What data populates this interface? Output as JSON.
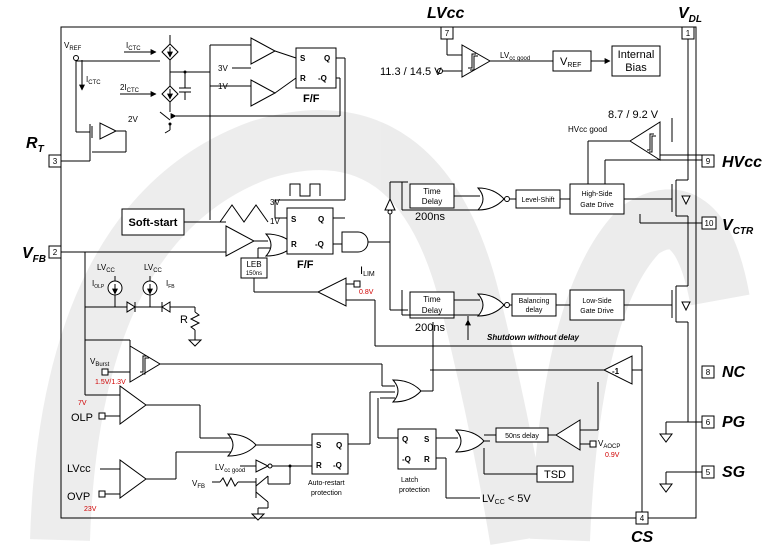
{
  "pins": {
    "lvcc": {
      "name": "LVcc",
      "num": "7"
    },
    "vdl": {
      "name": "V",
      "sub": "DL",
      "num": "1"
    },
    "rt": {
      "name": "R",
      "sub": "T",
      "num": "3"
    },
    "vfb": {
      "name": "V",
      "sub": "FB",
      "num": "2"
    },
    "hvcc": {
      "name": "HVcc",
      "num": "9"
    },
    "vctr": {
      "name": "V",
      "sub": "CTR",
      "num": "10"
    },
    "nc": {
      "name": "NC",
      "num": "8"
    },
    "pg": {
      "name": "PG",
      "num": "6"
    },
    "sg": {
      "name": "SG",
      "num": "5"
    },
    "cs": {
      "name": "CS",
      "num": "4"
    }
  },
  "blocks": {
    "vref_box": "V",
    "vref_box_sub": "REF",
    "internal_bias_1": "Internal",
    "internal_bias_2": "Bias",
    "soft_start": "Soft-start",
    "time_delay_top_1": "Time",
    "time_delay_top_2": "Delay",
    "time_delay_top_val": "200ns",
    "time_delay_bot_1": "Time",
    "time_delay_bot_2": "Delay",
    "time_delay_bot_val": "200ns",
    "level_shift": "Level-Shift",
    "hs_drive_1": "High-Side",
    "hs_drive_2": "Gate Drive",
    "balancing_1": "Balancing",
    "balancing_2": "delay",
    "ls_drive_1": "Low-Side",
    "ls_drive_2": "Gate Drive",
    "leb_1": "LEB",
    "leb_2": "150ns",
    "delay_50ns": "50ns delay",
    "tsd": "TSD",
    "ff_top": "F/F",
    "ff_mid": "F/F",
    "latch_1": "Latch",
    "latch_2": "protection",
    "auto_restart_1": "Auto-restart",
    "auto_restart_2": "protection",
    "neg_gain": "-1"
  },
  "labels": {
    "vref_node": "V",
    "vref_node_sub": "REF",
    "ictc": "I",
    "ictc_sub": "CTC",
    "ictc_left": "I",
    "ictc_left_sub": "CTC",
    "two_ictc": "2I",
    "two_ictc_sub": "CTC",
    "two_v": "2V",
    "three_v": "3V",
    "one_v": "1V",
    "tri_3v": "3V",
    "tri_1v": "1V",
    "lvcc_good": "LV",
    "lvcc_good_sub": "cc good",
    "uvlo": "11.3 / 14.5 V",
    "hvcc_th": "8.7 / 9.2 V",
    "hvcc_good": "HVcc good",
    "ilim": "I",
    "ilim_sub": "LIM",
    "ilim_val": "0.8V",
    "lvcc_l1": "LV",
    "lvcc_l1_sub": "CC",
    "lvcc_l2": "LV",
    "lvcc_l2_sub": "CC",
    "iolp": "I",
    "iolp_sub": "OLP",
    "ifb": "I",
    "ifb_sub": "FB",
    "r": "R",
    "shutdown": "Shutdown without delay",
    "vburst": "V",
    "vburst_sub": "Burst",
    "vburst_val": "1.5V/1.3V",
    "olp_val": "7V",
    "olp": "OLP",
    "lvcc_in": "LVcc",
    "ovp": "OVP",
    "ovp_val": "23V",
    "lvcc_good2": "LV",
    "lvcc_good2_sub": "cc good",
    "vfb2": "V",
    "vfb2_sub": "FB",
    "vaocp": "V",
    "vaocp_sub": "AOCP",
    "vaocp_val": "0.9V",
    "lvcc_lt_5v": "LV",
    "lvcc_lt_5v_sub": "CC",
    "lvcc_lt_5v_tail": " < 5V",
    "s": "S",
    "r_pin": "R",
    "q": "Q",
    "qbar": "-Q"
  }
}
